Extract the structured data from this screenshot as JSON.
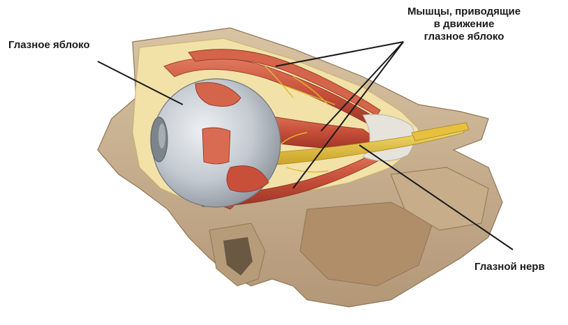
{
  "labels": {
    "eyeball": "Глазное яблоко",
    "muscles": [
      "Мышцы, приводящие",
      "в движение",
      "глазное яблоко"
    ],
    "optic_nerve": "Глазной нерв"
  },
  "colors": {
    "bone": "#c9b08f",
    "bone_dark": "#a88d6a",
    "fat": "#f2e2a8",
    "muscle": "#c8503a",
    "muscle_light": "#e08a6e",
    "nerve": "#e8c040",
    "eyeball": "#c9ced4",
    "tendon": "#e6e3dc",
    "leader_line": "#1a1a1a"
  }
}
